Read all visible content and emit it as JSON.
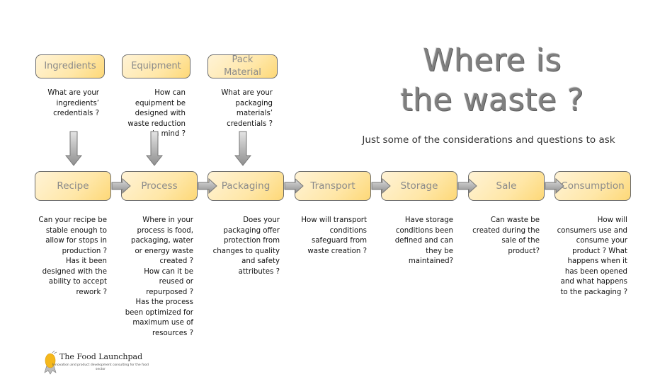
{
  "title": {
    "line1": "Where is",
    "line2": "the waste ?",
    "subtitle": "Just some of the considerations and questions to ask"
  },
  "inputs": [
    {
      "label": "Ingredients",
      "question": "What are your\ningredients’\ncredentials ?"
    },
    {
      "label": "Equipment",
      "question": "How can\nequipment be\ndesigned with\nwaste reduction\nin mind ?"
    },
    {
      "label": "Pack\nMaterial",
      "question": "What are your\npackaging\nmaterials’\ncredentials ?"
    }
  ],
  "flow": [
    {
      "label": "Recipe",
      "question": "Can your recipe be\nstable enough to\nallow for stops in\nproduction ?\nHas it been\ndesigned with the\nability to accept\nrework ?"
    },
    {
      "label": "Process",
      "question": "Where in your\nprocess is food,\npackaging, water\nor energy waste\ncreated ?\nHow can it be\nreused or\nrepurposed ?\nHas the process\nbeen optimized for\nmaximum use of\nresources ?"
    },
    {
      "label": "Packaging",
      "question": "Does your\npackaging offer\nprotection from\nchanges to quality\nand safety\nattributes ?"
    },
    {
      "label": "Transport",
      "question": "How will transport\nconditions\nsafeguard from\nwaste creation ?"
    },
    {
      "label": "Storage",
      "question": "Have storage\nconditions been\ndefined and can\nthey be\nmaintained?"
    },
    {
      "label": "Sale",
      "question": "Can waste be\ncreated during the\nsale of the\nproduct?"
    },
    {
      "label": "Consumption",
      "question": "How will\nconsumers use and\nconsume your\nproduct ? What\nhappens when it\nhas been opened\nand what happens\nto the packaging ?"
    }
  ],
  "logo": {
    "name": "The Food Launchpad",
    "tagline": "Innovation and product development consulting for the food sector"
  },
  "colors": {
    "box_fill_light": "#fff3d6",
    "box_fill_dark": "#fdd877",
    "box_border": "#6b6b6b",
    "box_text": "#8a8a8a",
    "arrow_fill": "#b5b5b5",
    "title_text": "#7f7f7f"
  }
}
